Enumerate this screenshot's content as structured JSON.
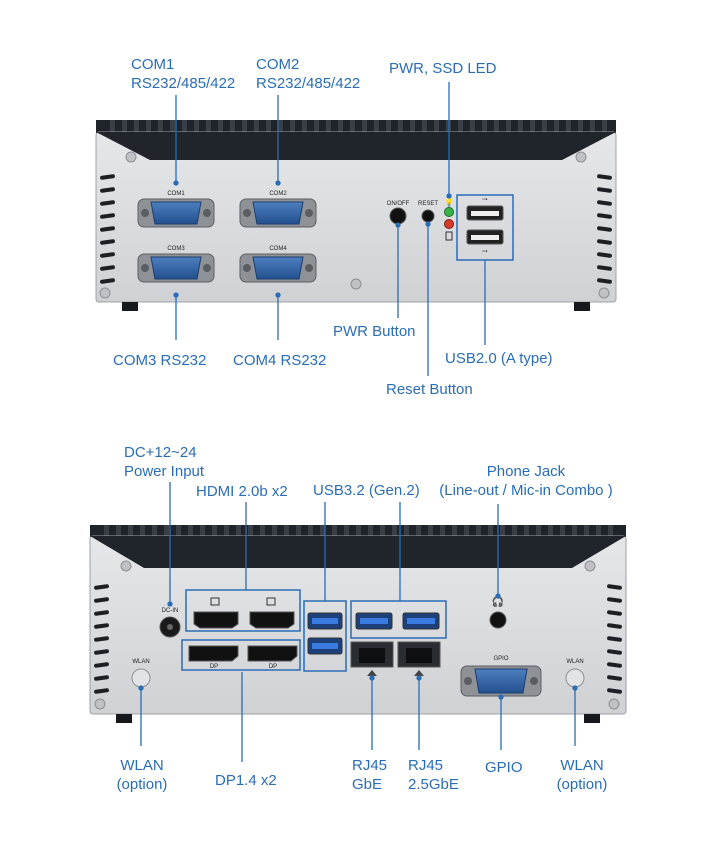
{
  "top_panel": {
    "callouts": {
      "com1_name": "COM1",
      "com1_spec": "RS232/485/422",
      "com2_name": "COM2",
      "com2_spec": "RS232/485/422",
      "pwr_ssd_led": "PWR, SSD LED",
      "com3": "COM3 RS232",
      "com4": "COM4 RS232",
      "pwr_button": "PWR Button",
      "reset_button": "Reset Button",
      "usb20": "USB2.0 (A type)"
    },
    "silkscreen": {
      "com1": "COM1",
      "com2": "COM2",
      "com3": "COM3",
      "com4": "COM4",
      "onoff": "ON/OFF",
      "reset": "RESET"
    }
  },
  "bottom_panel": {
    "callouts": {
      "dc_line1": "DC+12~24",
      "dc_line2": "Power Input",
      "hdmi": "HDMI 2.0b x2",
      "usb32": "USB3.2 (Gen.2)",
      "phone_line1": "Phone Jack",
      "phone_line2": "(Line-out / Mic-in Combo )",
      "wlan_left_line1": "WLAN",
      "wlan_left_line2": "(option)",
      "dp": "DP1.4 x2",
      "rj45_gbe_line1": "RJ45",
      "rj45_gbe_line2": "GbE",
      "rj45_25gbe_line1": "RJ45",
      "rj45_25gbe_line2": "2.5GbE",
      "gpio": "GPIO",
      "wlan_right_line1": "WLAN",
      "wlan_right_line2": "(option)"
    },
    "silkscreen": {
      "dcin": "DC-IN",
      "wlan_left": "WLAN",
      "wlan_right": "WLAN",
      "dp_left": "DP",
      "dp_right": "DP",
      "gpio": "GPIO"
    }
  },
  "colors": {
    "callout_text": "#2a6db5",
    "leader_line": "#2a6db5",
    "chassis_face": "#d9dadc",
    "chassis_top": "#1f232a",
    "usb3_port": "#2f6fc8"
  }
}
